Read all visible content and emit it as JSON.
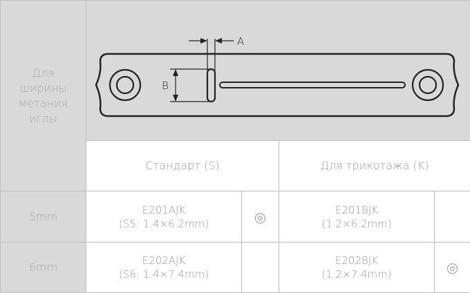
{
  "header": {
    "label": "Для ширины метания иглы",
    "label_lines": [
      "Для",
      "ширины",
      "метания",
      "иглы"
    ]
  },
  "diagram": {
    "label_a": "A",
    "label_b": "B"
  },
  "categories": {
    "standard": "Стандарт (S)",
    "knit": "Для трикотажа (K)"
  },
  "rows": [
    {
      "size": "5mm",
      "standard_code": "E201AJK",
      "standard_dims": "(S5: 1.4×6.2mm)",
      "standard_mark": "◎",
      "knit_code": "E201BJK",
      "knit_dims": "(1.2×6.2mm)",
      "knit_mark": ""
    },
    {
      "size": "6mm",
      "standard_code": "E202AJK",
      "standard_dims": "(S6: 1.4×7.4mm)",
      "standard_mark": "",
      "knit_code": "E202BJK",
      "knit_dims": "(1.2×7.4mm)",
      "knit_mark": "◎"
    }
  ]
}
